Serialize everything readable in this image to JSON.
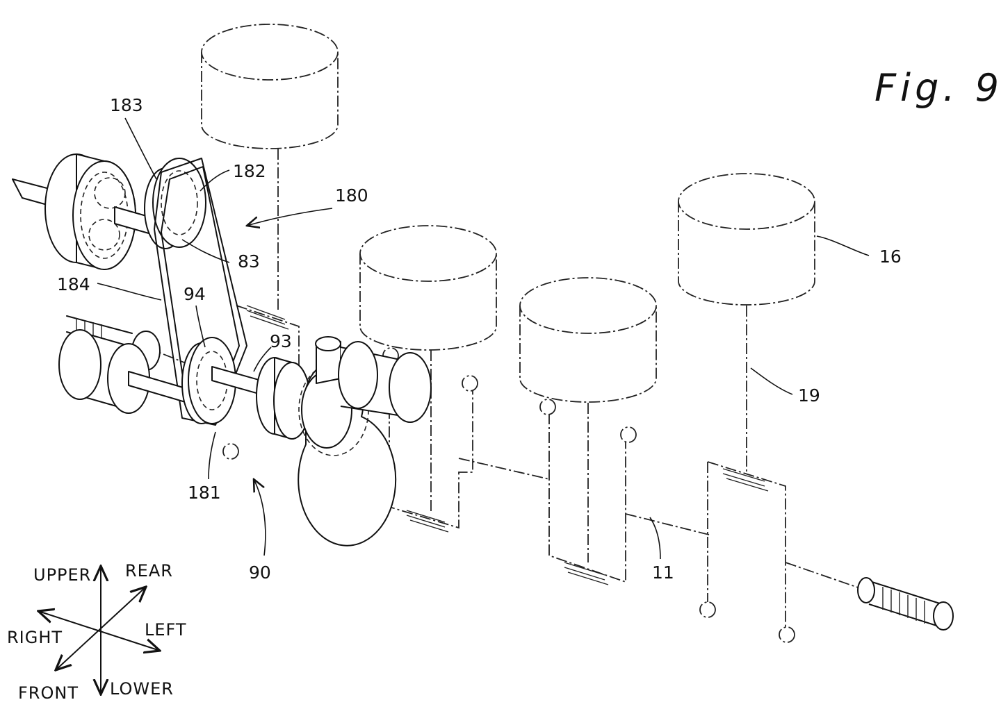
{
  "figure": {
    "title": "Fig. 9"
  },
  "reference_numerals": {
    "n183": "183",
    "n182": "182",
    "n180": "180",
    "n83": "83",
    "n184": "184",
    "n94": "94",
    "n93": "93",
    "n181": "181",
    "n90": "90",
    "n16": "16",
    "n19": "19",
    "n11": "11"
  },
  "directions": {
    "upper": "UPPER",
    "lower": "LOWER",
    "rear": "REAR",
    "front": "FRONT",
    "left": "LEFT",
    "right": "RIGHT"
  }
}
